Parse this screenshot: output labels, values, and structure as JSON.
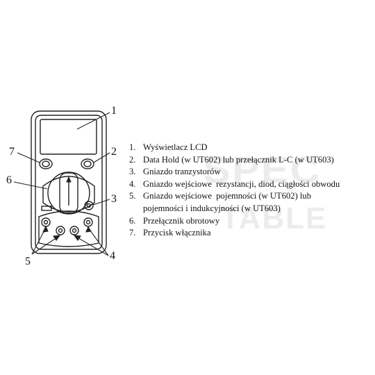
{
  "callouts": [
    "1",
    "2",
    "3",
    "4",
    "5",
    "6",
    "7"
  ],
  "legend": [
    {
      "num": "1.",
      "text": "Wyświetlacz LCD"
    },
    {
      "num": "2.",
      "text": "Data Hold (w UT602) lub przełącznik L-C (w UT603)"
    },
    {
      "num": "3.",
      "text": "Gniazdo tranzystorów"
    },
    {
      "num": "4.",
      "text": "Gniazdo wejściowe  rezystancji, diod, ciągłości obwodu"
    },
    {
      "num": "5.",
      "text": "Gniazdo wejściowe  pojemności (w UT602) lub\npojemności i indukcyjności (w UT603)"
    },
    {
      "num": "6.",
      "text": "Przełącznik obrotowy"
    },
    {
      "num": "7.",
      "text": "Przycisk włącznika"
    }
  ],
  "watermark": {
    "line1": "SPEC",
    "line2": "TABLE"
  }
}
